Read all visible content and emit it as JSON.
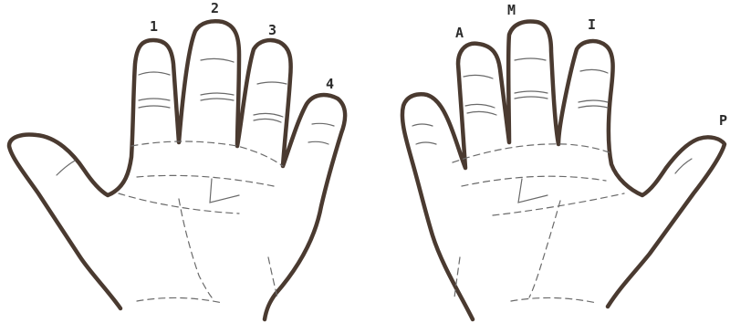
{
  "left_hand": {
    "finger_labels": [
      "1",
      "2",
      "3",
      "4"
    ]
  },
  "right_hand": {
    "finger_labels": [
      "A",
      "M",
      "I",
      "P"
    ]
  },
  "colors": {
    "outline": "#4a3a30",
    "creases": "#6a6a6a",
    "label_text": "#2b2b2b",
    "background": "#ffffff"
  }
}
